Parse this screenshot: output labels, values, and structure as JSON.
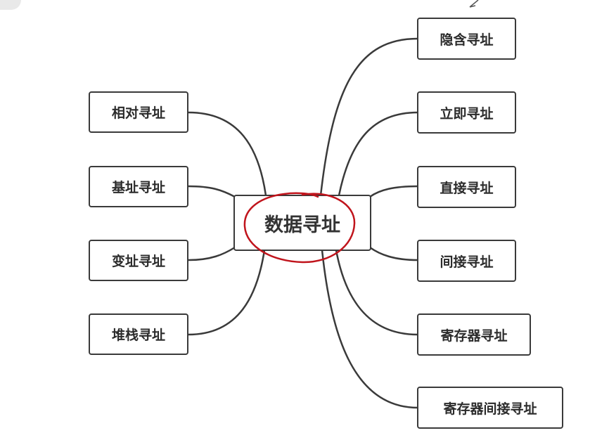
{
  "diagram": {
    "center": {
      "label": "数据寻址"
    },
    "left_nodes": [
      {
        "label": "相对寻址"
      },
      {
        "label": "基址寻址"
      },
      {
        "label": "变址寻址"
      },
      {
        "label": "堆栈寻址"
      }
    ],
    "right_nodes": [
      {
        "label": "隐含寻址"
      },
      {
        "label": "立即寻址"
      },
      {
        "label": "直接寻址"
      },
      {
        "label": "间接寻址"
      },
      {
        "label": "寄存器寻址"
      },
      {
        "label": "寄存器间接寻址"
      }
    ]
  },
  "annotation": {
    "stroke_color": "#c0141c",
    "shape": "circle-around-center-label"
  },
  "colors": {
    "line": "#3a3a3a",
    "node_border": "#3a3a3a",
    "text": "#2b2b2b"
  }
}
